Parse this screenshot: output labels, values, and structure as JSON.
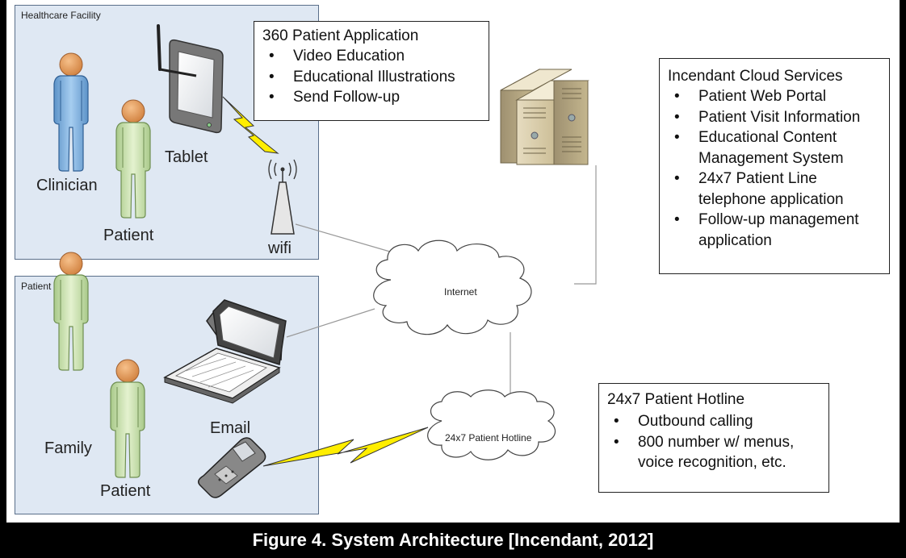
{
  "zones": {
    "facility": {
      "title": "Healthcare Facility"
    },
    "home": {
      "title": "Patient Home"
    }
  },
  "labels": {
    "clinician": "Clinician",
    "patient_facility": "Patient",
    "tablet": "Tablet",
    "wifi": "wifi",
    "family": "Family",
    "patient_home": "Patient",
    "email": "Email"
  },
  "clouds": {
    "internet": "Internet",
    "hotline": "24x7 Patient Hotline"
  },
  "app_box": {
    "title": "360 Patient Application",
    "items": [
      "Video Education",
      "Educational Illustrations",
      "Send Follow-up"
    ]
  },
  "cloud_services_box": {
    "title": "Incendant Cloud Services",
    "items": [
      "Patient Web Portal",
      "Patient Visit Information",
      "Educational Content Management System",
      "24x7 Patient Line telephone application",
      "Follow-up management application"
    ]
  },
  "hotline_box": {
    "title": "24x7 Patient Hotline",
    "items": [
      "Outbound calling",
      "800 number w/ menus, voice recognition, etc."
    ]
  },
  "caption": "Figure 4. System Architecture [Incendant, 2012]",
  "colors": {
    "zone_fill": "#dfe8f3",
    "clinician_person": "#8ab8e6",
    "patient_person": "#cfe6b0",
    "person_head": "#e8a060",
    "lightning": "#ffee00",
    "caption_bg": "#000000"
  },
  "icons": [
    "person-icon",
    "tablet-icon",
    "wifi-antenna-icon",
    "server-icon",
    "laptop-icon",
    "cell-phone-icon",
    "lightning-icon",
    "cloud-icon"
  ]
}
